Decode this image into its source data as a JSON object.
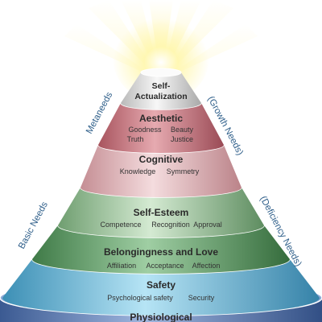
{
  "levels": {
    "self_actualization": {
      "title_line1": "Self-",
      "title_line2": "Actualization"
    },
    "aesthetic": {
      "title": "Aesthetic",
      "items": [
        "Goodness",
        "Beauty",
        "Truth",
        "Justice"
      ]
    },
    "cognitive": {
      "title": "Cognitive",
      "items": [
        "Knowledge",
        "Symmetry"
      ]
    },
    "self_esteem": {
      "title": "Self-Esteem",
      "items": [
        "Competence",
        "Recognition",
        "Approval"
      ]
    },
    "belonging": {
      "title": "Belongingness and Love",
      "items": [
        "Affiliation",
        "Acceptance",
        "Affection"
      ]
    },
    "safety": {
      "title": "Safety",
      "items": [
        "Psychological safety",
        "Security"
      ]
    },
    "physiological": {
      "title": "Physiological"
    }
  },
  "side_labels": {
    "metaneeds": "Metaneeds",
    "growth_needs": "(Growth Needs)",
    "basic_needs": "Basic Needs",
    "deficiency_needs": "(Deficiency Needs)"
  },
  "colors": {
    "top": "#e8e8e8",
    "aesthetic": "#d08a92",
    "cognitive": "#e2bcbf",
    "self_esteem": "#a8d0a8",
    "belonging": "#6fa875",
    "safety": "#79c6e2",
    "physiological": "#5e7fb8",
    "side_text": "#2f5f8a",
    "glow": "#fff6a8"
  }
}
